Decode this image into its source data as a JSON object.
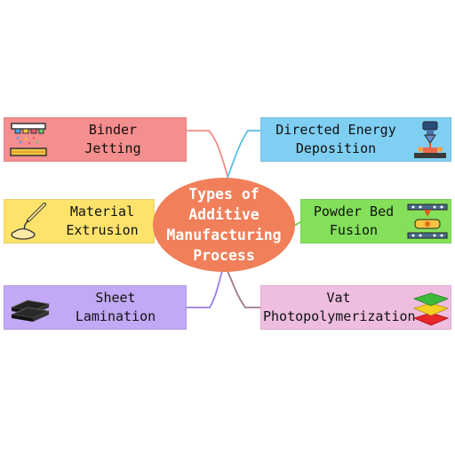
{
  "center": {
    "lines": [
      "Types of",
      "Additive",
      "Manufacturing",
      "Process"
    ],
    "color": "#f07f5a"
  },
  "nodes": [
    {
      "id": "binder-jetting",
      "lines": [
        "Binder",
        "Jetting"
      ],
      "color": "#f58e8e",
      "line_color": "#f08a8a",
      "icon": "binder-jetting-icon"
    },
    {
      "id": "directed-energy-deposition",
      "lines": [
        "Directed Energy",
        "Deposition"
      ],
      "color": "#7fcff3",
      "line_color": "#5bbfe8",
      "icon": "directed-energy-deposition-icon"
    },
    {
      "id": "material-extrusion",
      "lines": [
        "Material",
        "Extrusion"
      ],
      "color": "#fde36b",
      "line_color": "#f7d44a",
      "icon": "material-extrusion-icon"
    },
    {
      "id": "powder-bed-fusion",
      "lines": [
        "Powder Bed",
        "Fusion"
      ],
      "color": "#84e05a",
      "line_color": "#6ad040",
      "icon": "powder-bed-fusion-icon"
    },
    {
      "id": "sheet-lamination",
      "lines": [
        "Sheet",
        "Lamination"
      ],
      "color": "#c2a8f5",
      "line_color": "#9d7fe6",
      "icon": "sheet-lamination-icon"
    },
    {
      "id": "vat-photopolymerization",
      "lines": [
        "Vat",
        "Photopolymerization"
      ],
      "color": "#eebddf",
      "line_color": "#a07890",
      "icon": "vat-photopolymerization-icon"
    }
  ]
}
